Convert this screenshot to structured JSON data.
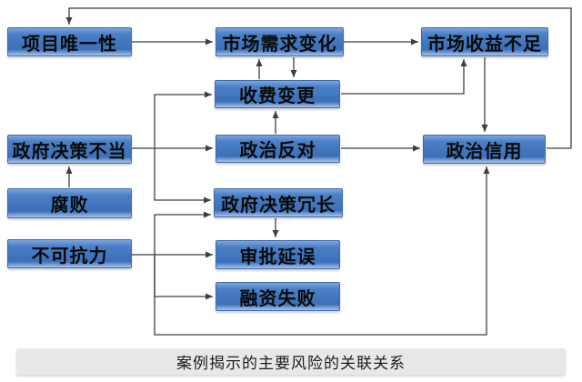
{
  "diagram": {
    "caption": "案例揭示的主要风险的关联关系",
    "colors": {
      "node_gradient_top": "#7ea6da",
      "node_gradient_mid": "#3b70b8",
      "node_gradient_bottom": "#a8c3e9",
      "node_border": "#3e6cab",
      "connector": "#3f3f3f",
      "caption_background": "#e8e8e8"
    },
    "nodes": [
      {
        "id": "project-uniqueness",
        "label": "项目唯一性"
      },
      {
        "id": "market-demand-change",
        "label": "市场需求变化"
      },
      {
        "id": "market-revenue-shortfall",
        "label": "市场收益不足"
      },
      {
        "id": "toll-change",
        "label": "收费变更"
      },
      {
        "id": "improper-government-decision",
        "label": "政府决策不当"
      },
      {
        "id": "political-opposition",
        "label": "政治反对"
      },
      {
        "id": "political-credit",
        "label": "政治信用"
      },
      {
        "id": "corruption",
        "label": "腐败"
      },
      {
        "id": "lengthy-government-decision",
        "label": "政府决策冗长"
      },
      {
        "id": "force-majeure",
        "label": "不可抗力"
      },
      {
        "id": "approval-delay",
        "label": "审批延误"
      },
      {
        "id": "financing-failure",
        "label": "融资失败"
      }
    ],
    "edges": [
      {
        "from": "project-uniqueness",
        "to": "market-demand-change"
      },
      {
        "from": "market-demand-change",
        "to": "market-revenue-shortfall"
      },
      {
        "from": "toll-change",
        "to": "market-demand-change"
      },
      {
        "from": "market-demand-change",
        "to": "toll-change"
      },
      {
        "from": "toll-change",
        "to": "market-revenue-shortfall"
      },
      {
        "from": "market-revenue-shortfall",
        "to": "political-credit"
      },
      {
        "from": "political-opposition",
        "to": "toll-change"
      },
      {
        "from": "improper-government-decision",
        "to": "political-opposition"
      },
      {
        "from": "improper-government-decision",
        "to": "toll-change"
      },
      {
        "from": "improper-government-decision",
        "to": "lengthy-government-decision"
      },
      {
        "from": "political-opposition",
        "to": "political-credit"
      },
      {
        "from": "corruption",
        "to": "improper-government-decision"
      },
      {
        "from": "force-majeure",
        "to": "approval-delay"
      },
      {
        "from": "force-majeure",
        "to": "lengthy-government-decision"
      },
      {
        "from": "force-majeure",
        "to": "financing-failure"
      },
      {
        "from": "force-majeure",
        "to": "political-credit"
      },
      {
        "from": "lengthy-government-decision",
        "to": "approval-delay"
      },
      {
        "from": "political-credit",
        "to": "project-uniqueness"
      }
    ]
  }
}
